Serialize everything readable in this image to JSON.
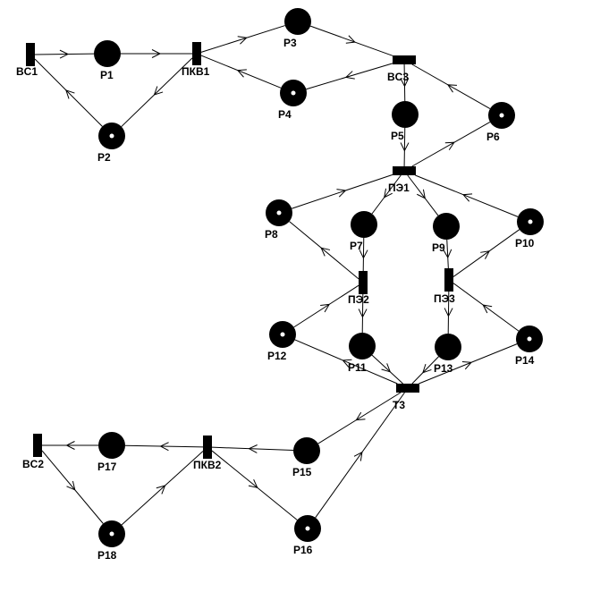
{
  "colors": {
    "ink": "#000000",
    "background": "#ffffff",
    "token": "#ffffff"
  },
  "places": [
    {
      "id": "P1",
      "label": "P1",
      "tokens": 0
    },
    {
      "id": "P2",
      "label": "P2",
      "tokens": 1
    },
    {
      "id": "P3",
      "label": "P3",
      "tokens": 0
    },
    {
      "id": "P4",
      "label": "P4",
      "tokens": 1
    },
    {
      "id": "P5",
      "label": "P5",
      "tokens": 0
    },
    {
      "id": "P6",
      "label": "P6",
      "tokens": 1
    },
    {
      "id": "P7",
      "label": "P7",
      "tokens": 0
    },
    {
      "id": "P8",
      "label": "P8",
      "tokens": 1
    },
    {
      "id": "P9",
      "label": "P9",
      "tokens": 0
    },
    {
      "id": "P10",
      "label": "P10",
      "tokens": 1
    },
    {
      "id": "P11",
      "label": "P11",
      "tokens": 0
    },
    {
      "id": "P12",
      "label": "P12",
      "tokens": 1
    },
    {
      "id": "P13",
      "label": "P13",
      "tokens": 0
    },
    {
      "id": "P14",
      "label": "P14",
      "tokens": 1
    },
    {
      "id": "P15",
      "label": "P15",
      "tokens": 0
    },
    {
      "id": "P16",
      "label": "P16",
      "tokens": 1
    },
    {
      "id": "P17",
      "label": "P17",
      "tokens": 0
    },
    {
      "id": "P18",
      "label": "P18",
      "tokens": 1
    }
  ],
  "transitions": [
    {
      "id": "BC1",
      "label": "BC1"
    },
    {
      "id": "PKB1",
      "label": "ПКВ1"
    },
    {
      "id": "BC3",
      "label": "BC3"
    },
    {
      "id": "PE1",
      "label": "ПЭ1"
    },
    {
      "id": "PE2",
      "label": "ПЭ2"
    },
    {
      "id": "PE3",
      "label": "ПЭ3"
    },
    {
      "id": "T3",
      "label": "T3"
    },
    {
      "id": "PKB2",
      "label": "ПКВ2"
    },
    {
      "id": "BC2",
      "label": "BC2"
    }
  ],
  "arcs": [
    [
      "BC1",
      "P1"
    ],
    [
      "P1",
      "PKB1"
    ],
    [
      "PKB1",
      "P2"
    ],
    [
      "P2",
      "BC1"
    ],
    [
      "PKB1",
      "P3"
    ],
    [
      "P3",
      "BC3"
    ],
    [
      "BC3",
      "P4"
    ],
    [
      "P4",
      "PKB1"
    ],
    [
      "BC3",
      "P5"
    ],
    [
      "P5",
      "PE1"
    ],
    [
      "PE1",
      "P6"
    ],
    [
      "P6",
      "BC3"
    ],
    [
      "P8",
      "PE1"
    ],
    [
      "PE1",
      "P7"
    ],
    [
      "PE1",
      "P9"
    ],
    [
      "P10",
      "PE1"
    ],
    [
      "PE2",
      "P8"
    ],
    [
      "P7",
      "PE2"
    ],
    [
      "P9",
      "PE3"
    ],
    [
      "PE3",
      "P10"
    ],
    [
      "P12",
      "PE2"
    ],
    [
      "PE2",
      "P11"
    ],
    [
      "PE3",
      "P13"
    ],
    [
      "P14",
      "PE3"
    ],
    [
      "T3",
      "P12"
    ],
    [
      "P11",
      "T3"
    ],
    [
      "P13",
      "T3"
    ],
    [
      "T3",
      "P14"
    ],
    [
      "T3",
      "P15"
    ],
    [
      "P16",
      "T3"
    ],
    [
      "P15",
      "PKB2"
    ],
    [
      "PKB2",
      "P16"
    ],
    [
      "PKB2",
      "P17"
    ],
    [
      "P17",
      "BC2"
    ],
    [
      "BC2",
      "P18"
    ],
    [
      "P18",
      "PKB2"
    ]
  ]
}
